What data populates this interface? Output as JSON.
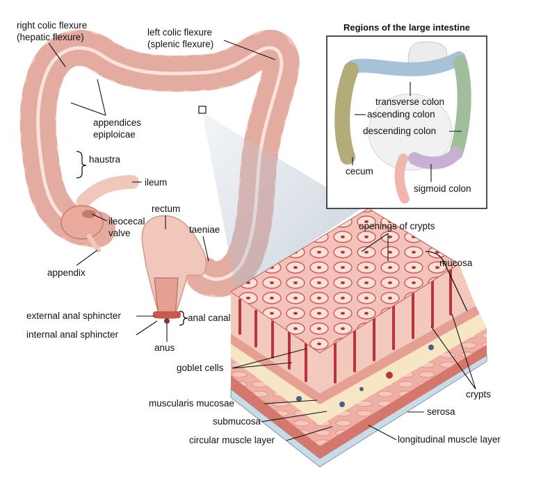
{
  "inset": {
    "title": "Regions of the large intestine",
    "labels": {
      "transverse": "transverse colon",
      "ascending": "ascending colon",
      "descending": "descending colon",
      "cecum": "cecum",
      "sigmoid": "sigmoid colon"
    }
  },
  "labels": {
    "right_flexure_1": "right colic flexure",
    "right_flexure_2": "(hepatic flexure)",
    "left_flexure_1": "left colic flexure",
    "left_flexure_2": "(splenic flexure)",
    "appendices_1": "appendices",
    "appendices_2": "epiploicae",
    "haustra": "haustra",
    "ileum": "ileum",
    "ileocecal_1": "ileocecal",
    "ileocecal_2": "valve",
    "appendix": "appendix",
    "rectum": "rectum",
    "taeniae": "taeniae",
    "external_sphincter": "external anal sphincter",
    "internal_sphincter": "internal anal sphincter",
    "anal_canal": "anal canal",
    "anus": "anus",
    "openings": "openings of crypts",
    "mucosa": "mucosa",
    "goblet": "goblet cells",
    "crypts": "crypts",
    "muscularis": "muscularis mucosae",
    "submucosa": "submucosa",
    "serosa": "serosa",
    "circular": "circular muscle layer",
    "longitudinal": "longitudinal muscle layer"
  },
  "colors": {
    "colon": "#f2c7bb",
    "colon_dark": "#d9948a",
    "colon_light": "#fbe3db",
    "mucosa_red": "#b8333a",
    "submucosa": "#f6e6c4",
    "muscle": "#e8a59a",
    "serosa": "#c9dbe6",
    "inset_ascending": "#b3ab78",
    "inset_transverse": "#a7c2d6",
    "inset_descending": "#9fbf9a",
    "inset_sigmoid": "#c7b0d4"
  }
}
